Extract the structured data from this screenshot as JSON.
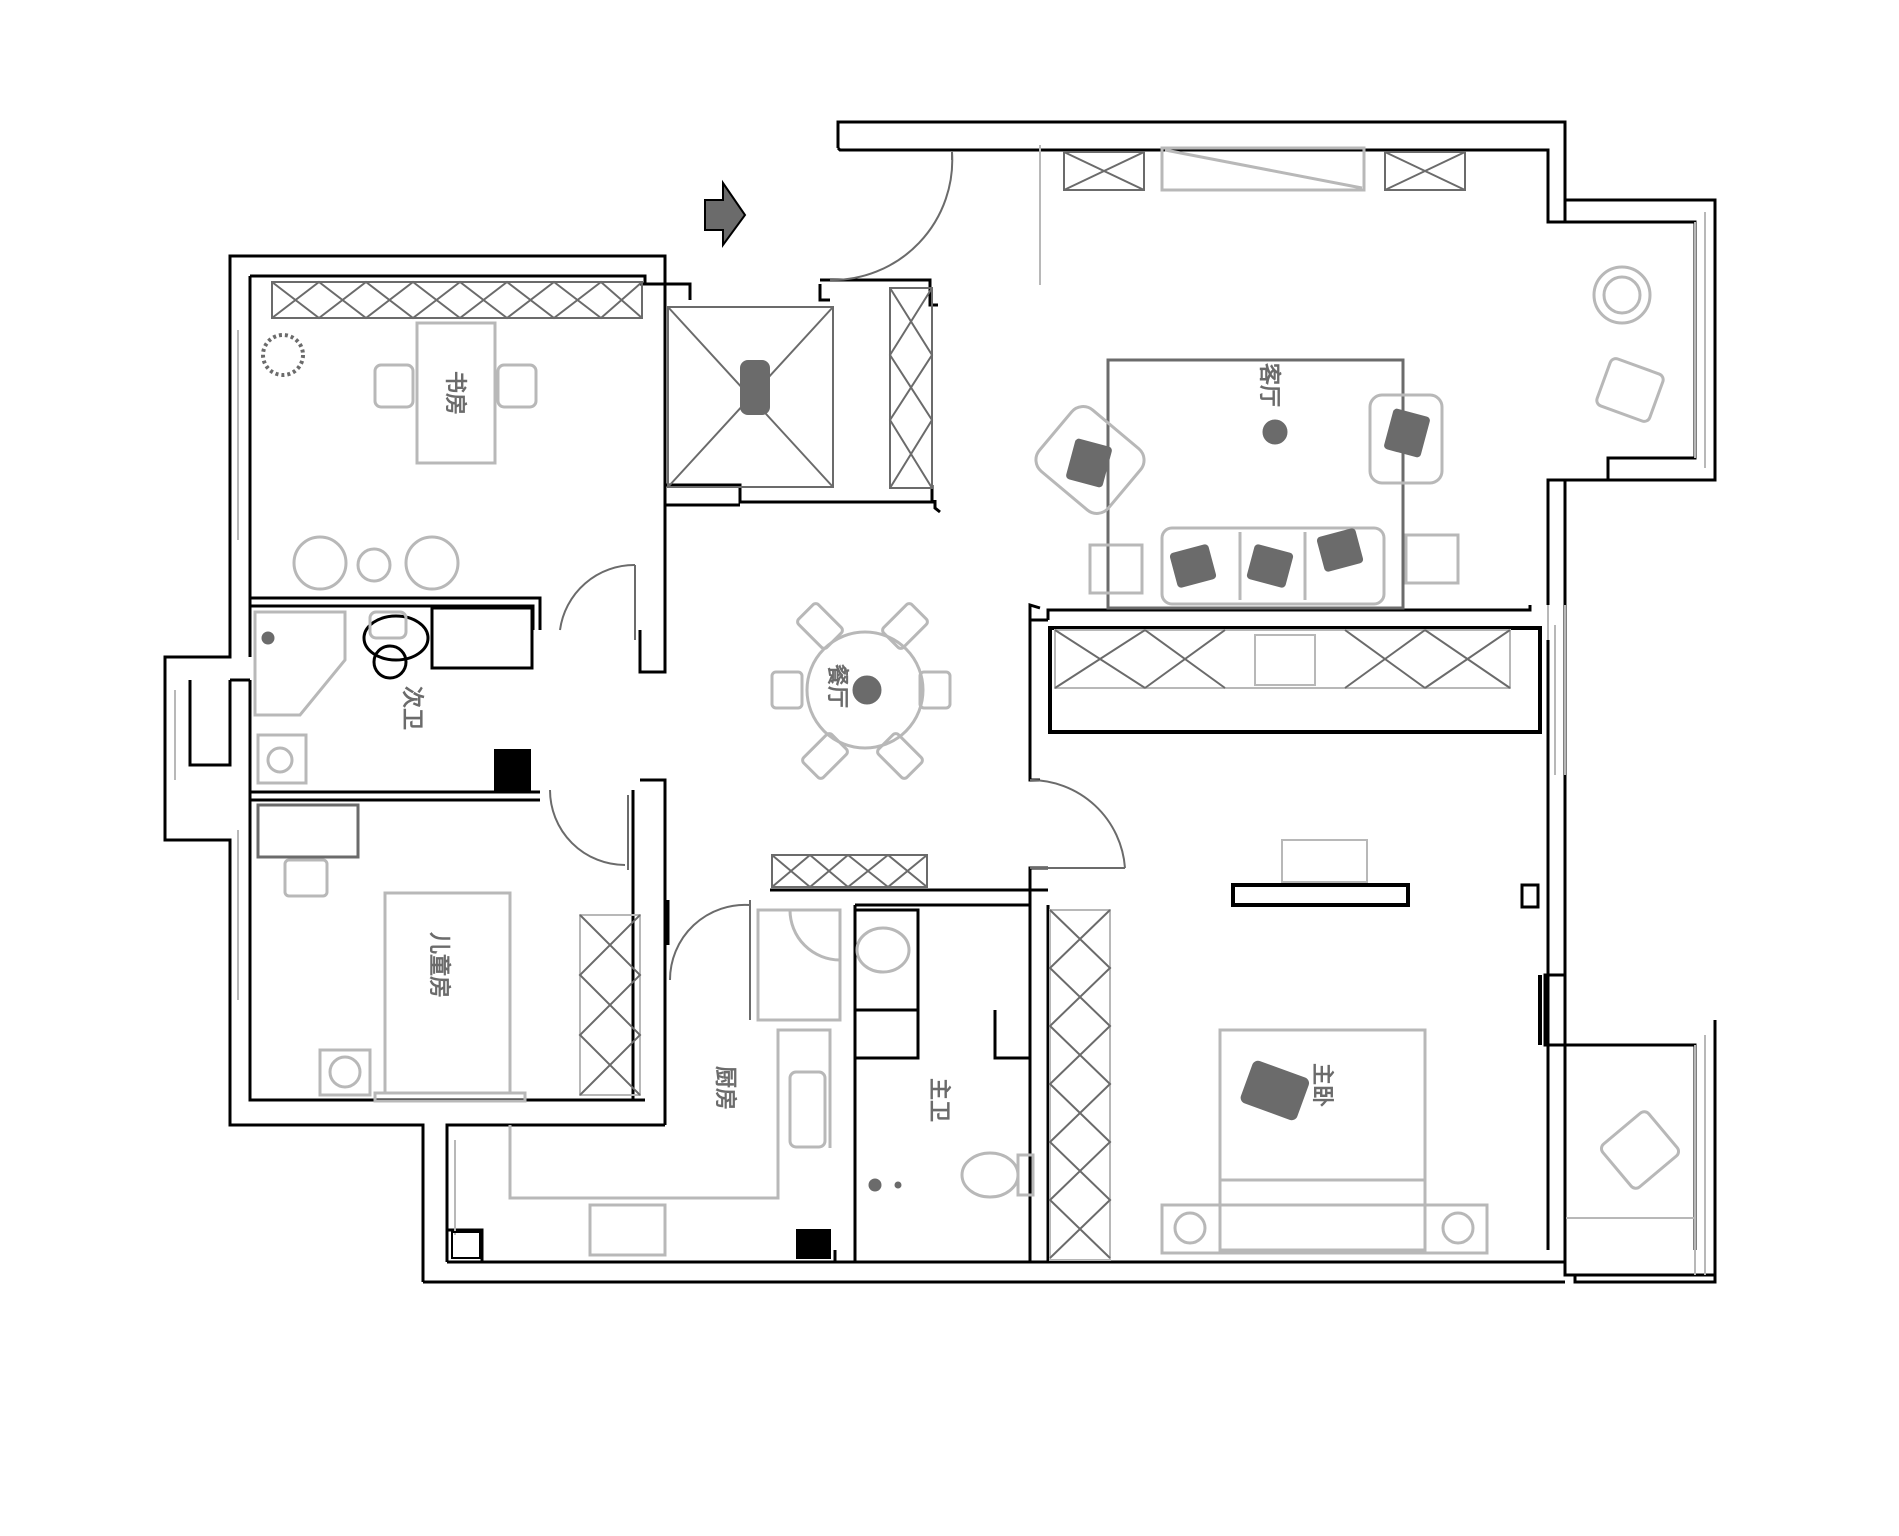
{
  "rooms": {
    "study": "书房",
    "second_bath": "次卫",
    "kids_room": "儿童房",
    "kitchen": "厨房",
    "master_bath": "主卫",
    "dining": "餐厅",
    "living": "客厅",
    "master_bedroom": "主卧"
  },
  "icons": [
    "entry-arrow-icon",
    "wardrobe-icon",
    "desk-icon",
    "chair-icon",
    "plant-icon",
    "sofa-icon",
    "armchair-icon",
    "tv-cabinet-icon",
    "dining-table-icon",
    "bed-icon",
    "toilet-icon",
    "basin-icon",
    "shower-icon",
    "stove-icon",
    "sink-icon",
    "lamp-icon",
    "door-swing-icon"
  ],
  "colors": {
    "wall": "#000000",
    "furniture_dark": "#6b6b6b",
    "furniture_light": "#b8b8b8",
    "label": "#6b6b6b"
  }
}
